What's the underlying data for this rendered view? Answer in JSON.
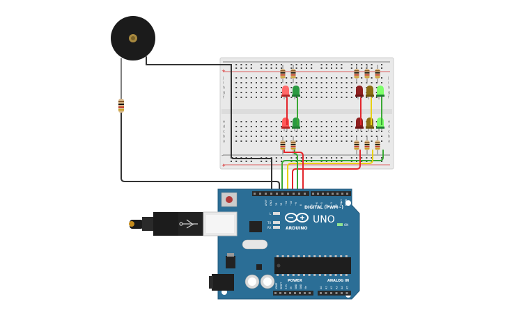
{
  "board": {
    "brand": "ARDUINO",
    "model": "UNO",
    "digital_label": "DIGITAL (PWM~)",
    "power_label": "POWER",
    "analog_label": "ANALOG IN",
    "on_label": "ON",
    "tx_label": "TX",
    "rx_label": "RX",
    "l_label": "L",
    "aref_label": "AREF",
    "gnd_label": "GND",
    "digital_pins": [
      "13",
      "12",
      "~11",
      "~10",
      "~9",
      "8",
      "7",
      "~6",
      "~5",
      "4",
      "~3",
      "2",
      "TX▶1",
      "RX◀0"
    ],
    "power_pins": [
      "IOREF",
      "RESET",
      "3.3V",
      "5V",
      "GND",
      "GND",
      "Vin"
    ],
    "analog_pins": [
      "A0",
      "A1",
      "A2",
      "A3",
      "A4",
      "A5"
    ]
  },
  "breadboard": {
    "row_letters_top": [
      "j",
      "i",
      "h",
      "g",
      "f"
    ],
    "row_letters_bottom": [
      "e",
      "d",
      "c",
      "b",
      "a"
    ],
    "rail_plus": "+",
    "rail_minus": "-"
  },
  "leds": {
    "left_top": [
      "red",
      "green"
    ],
    "left_bottom": [
      "red",
      "green"
    ],
    "right_top": [
      "dark-red",
      "olive",
      "green"
    ],
    "right_bottom": [
      "dark-red",
      "olive",
      "green"
    ]
  },
  "colors": {
    "board_blue": "#2b6e96",
    "wire_red": "#e3262c",
    "wire_green": "#3aa935",
    "wire_yellow": "#e8d112",
    "wire_black": "#333333",
    "breadboard": "#e9e9e9"
  },
  "icons": {
    "buzzer": "piezo-buzzer-icon",
    "usb": "usb-cable-icon",
    "logo": "arduino-infinity-logo-icon"
  }
}
